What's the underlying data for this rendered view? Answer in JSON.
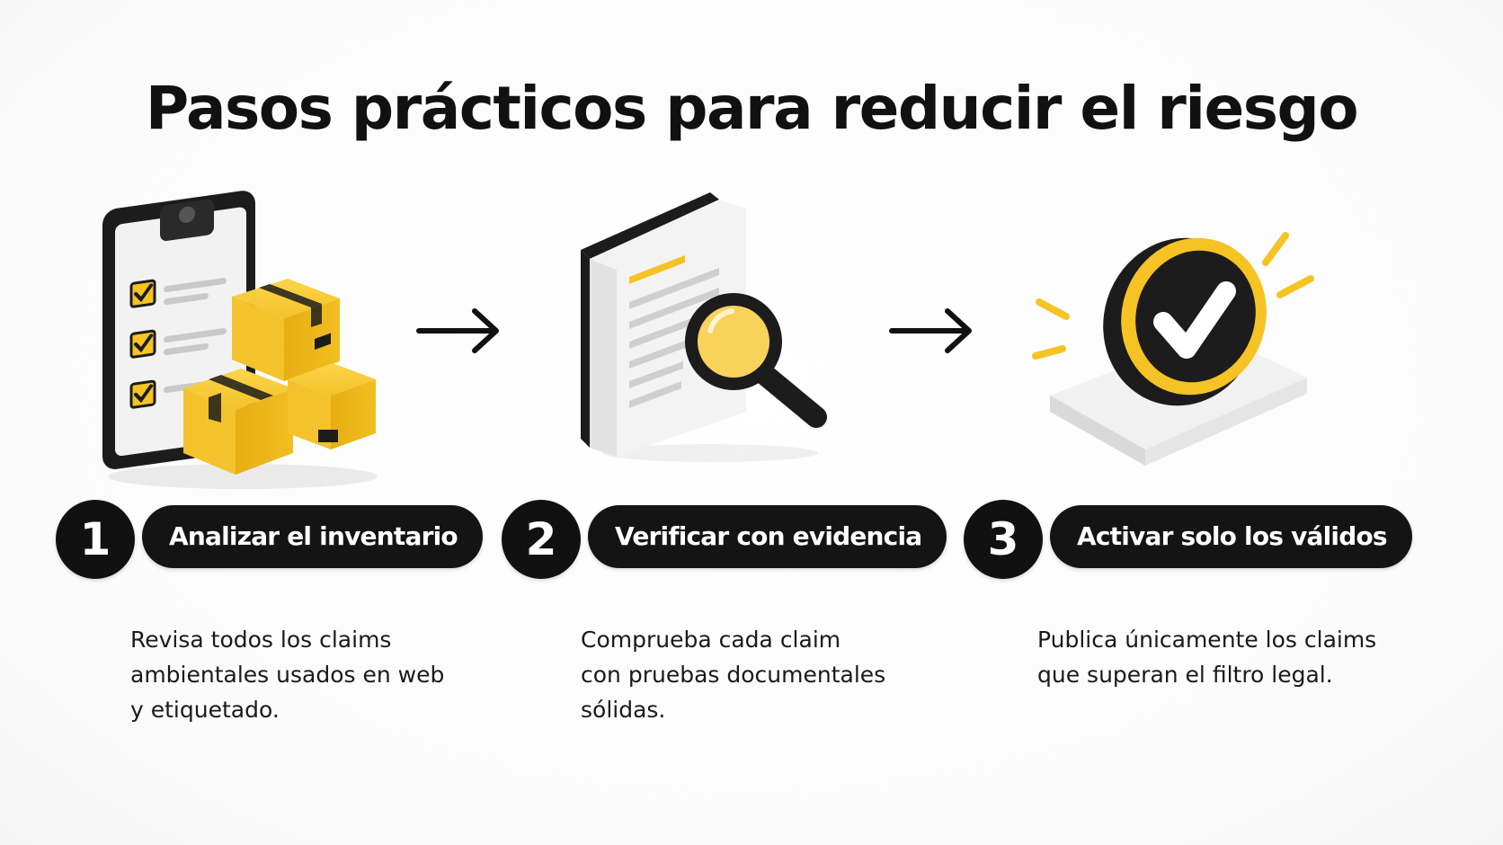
{
  "title": "Pasos prácticos para reducir el riesgo",
  "colors": {
    "accent": "#F6C324",
    "dark": "#141414",
    "background": "#FFFFFF"
  },
  "steps": [
    {
      "number": "1",
      "label": "Analizar el inventario",
      "description_lines": [
        "Revisa todos los claims",
        "ambientales usados en web",
        "y etiquetado."
      ],
      "icon": "clipboard-checklist-with-boxes-icon"
    },
    {
      "number": "2",
      "label": "Verificar con evidencia",
      "description_lines": [
        "Comprueba cada claim",
        "con pruebas documentales",
        "sólidas."
      ],
      "icon": "document-magnifier-icon"
    },
    {
      "number": "3",
      "label": "Activar solo los válidos",
      "description_lines": [
        "Publica únicamente los claims",
        "que superan el filtro legal."
      ],
      "icon": "checkmark-badge-icon"
    }
  ],
  "arrows": [
    "arrow-right-icon",
    "arrow-right-icon"
  ]
}
